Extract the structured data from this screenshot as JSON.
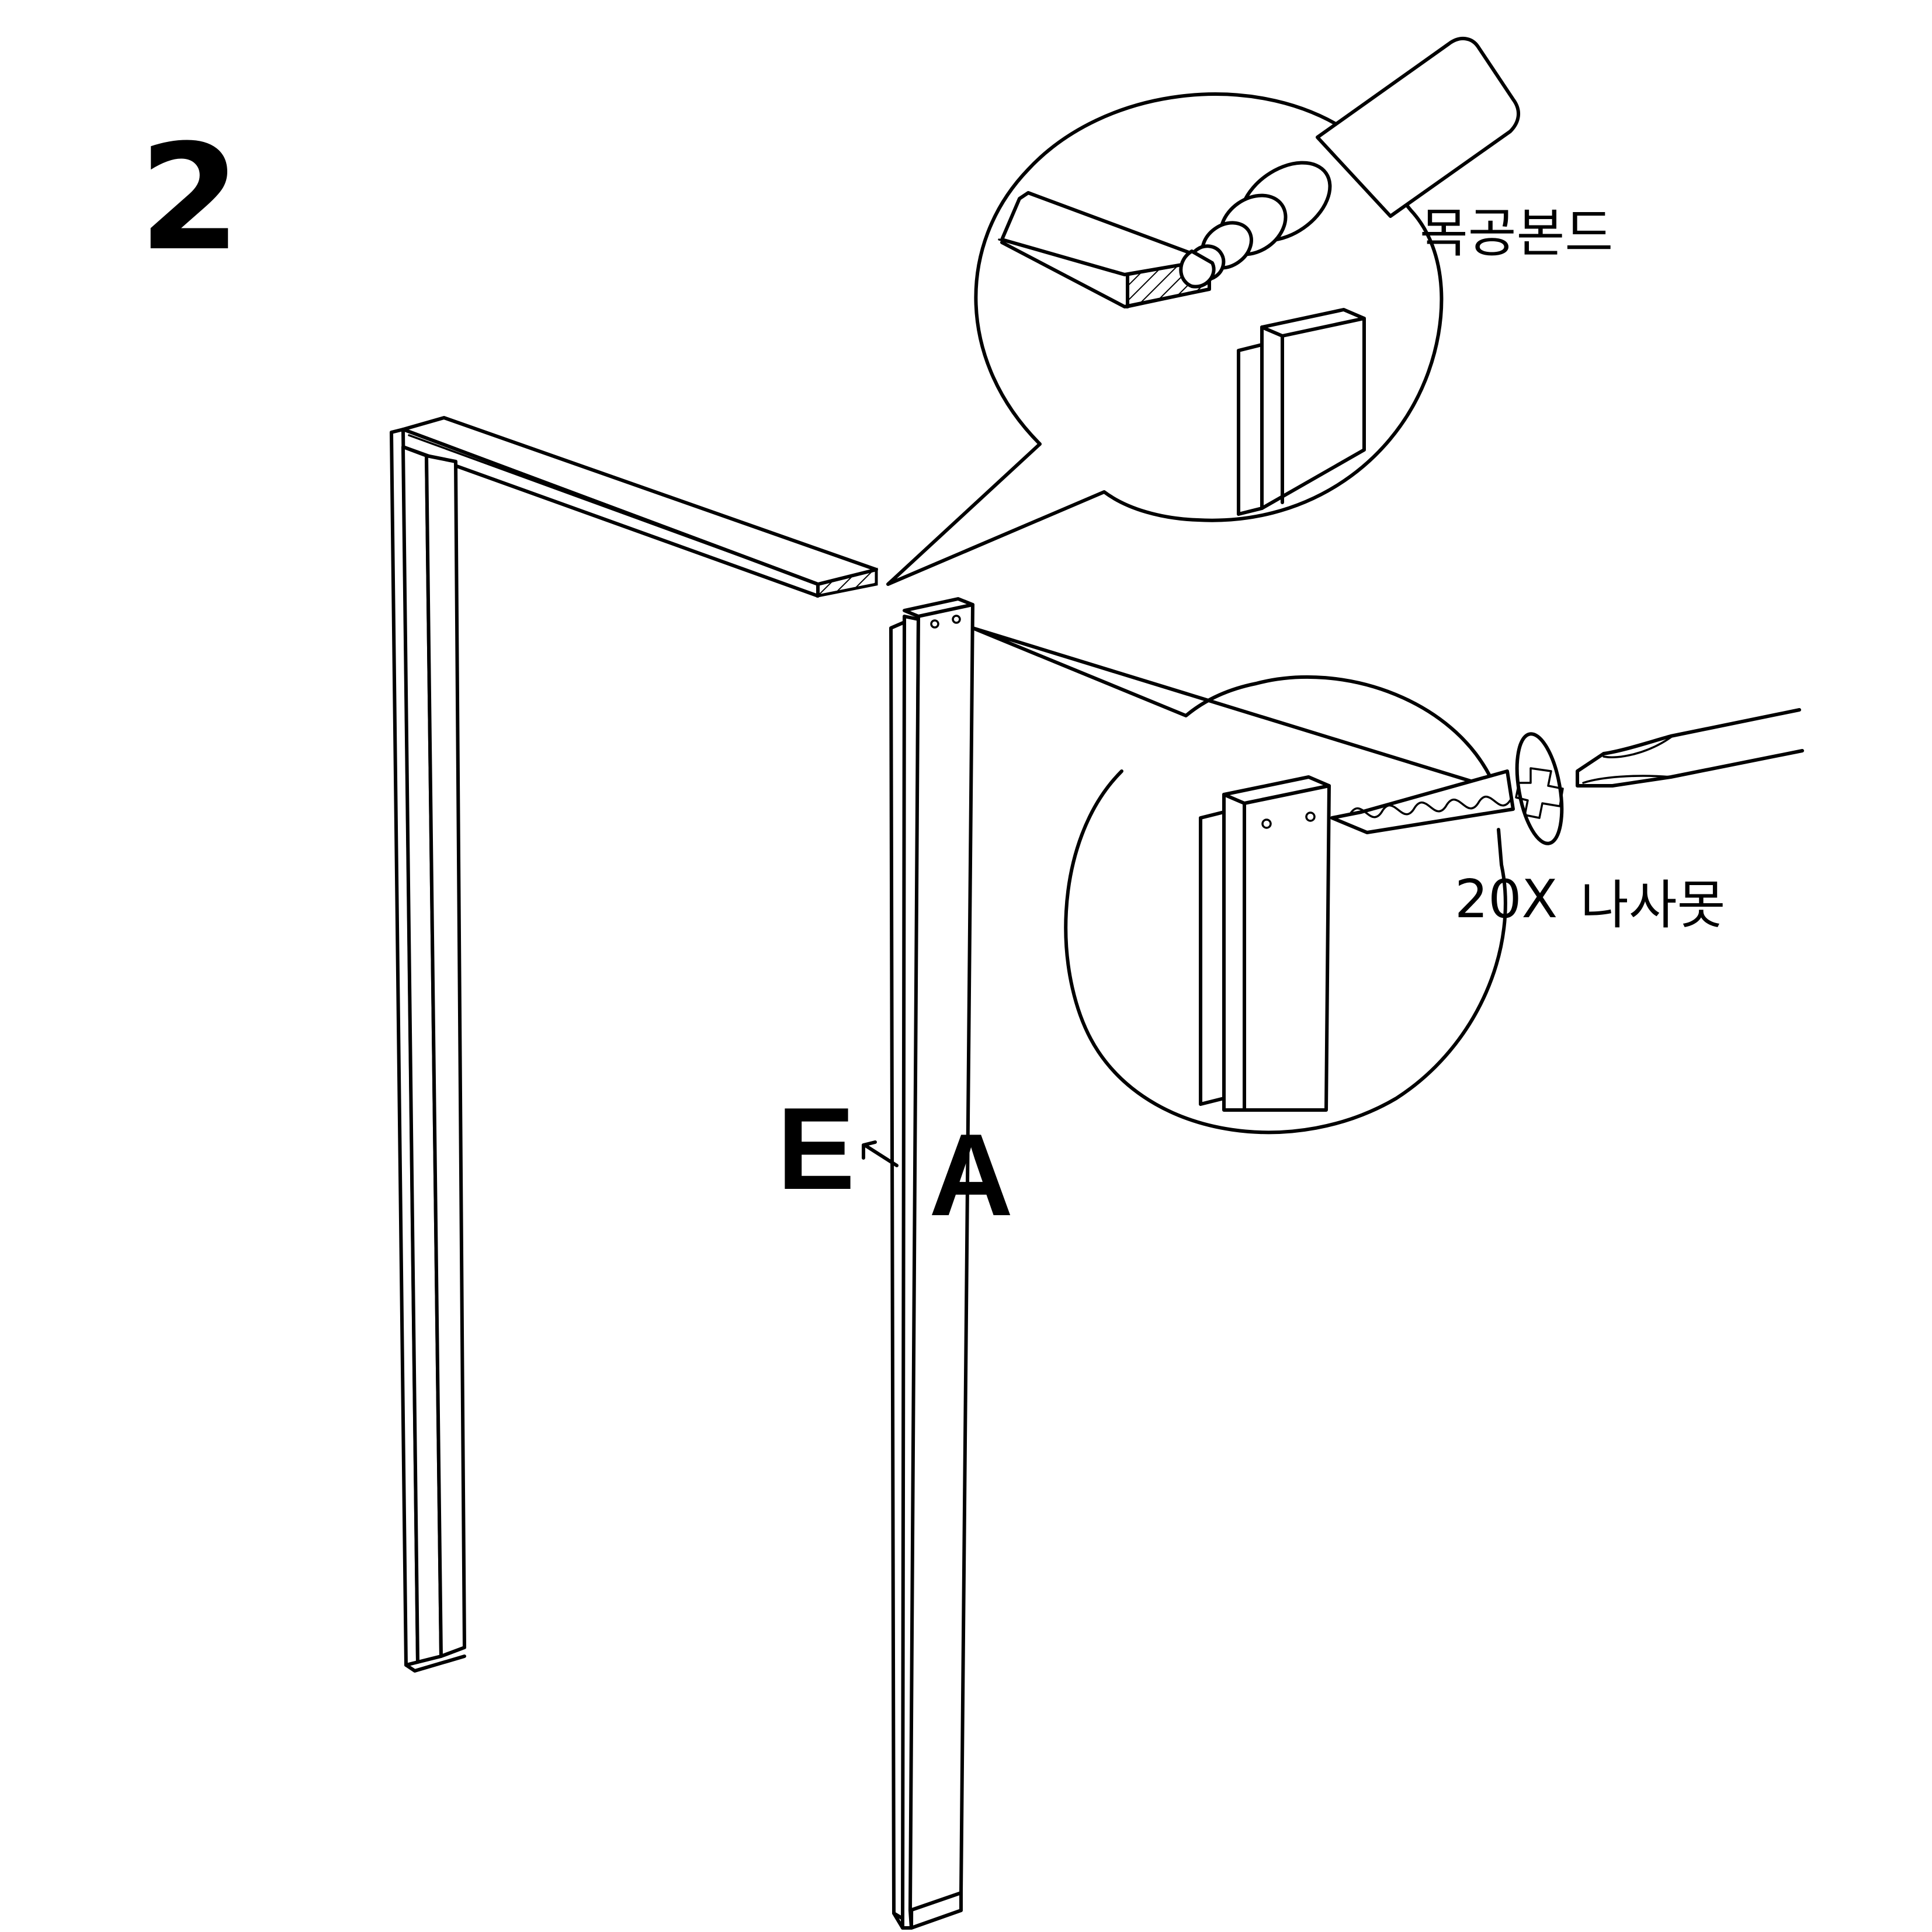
{
  "step": {
    "number": "2"
  },
  "parts": {
    "panel_label": "E",
    "post_label": "A"
  },
  "callouts": {
    "glue": {
      "label": "목공본드",
      "icon": "glue-bottle-icon"
    },
    "screw": {
      "quantity": "20X",
      "label": "나사못",
      "icon": "screw-icon",
      "tool_icon": "screwdriver-icon"
    }
  }
}
